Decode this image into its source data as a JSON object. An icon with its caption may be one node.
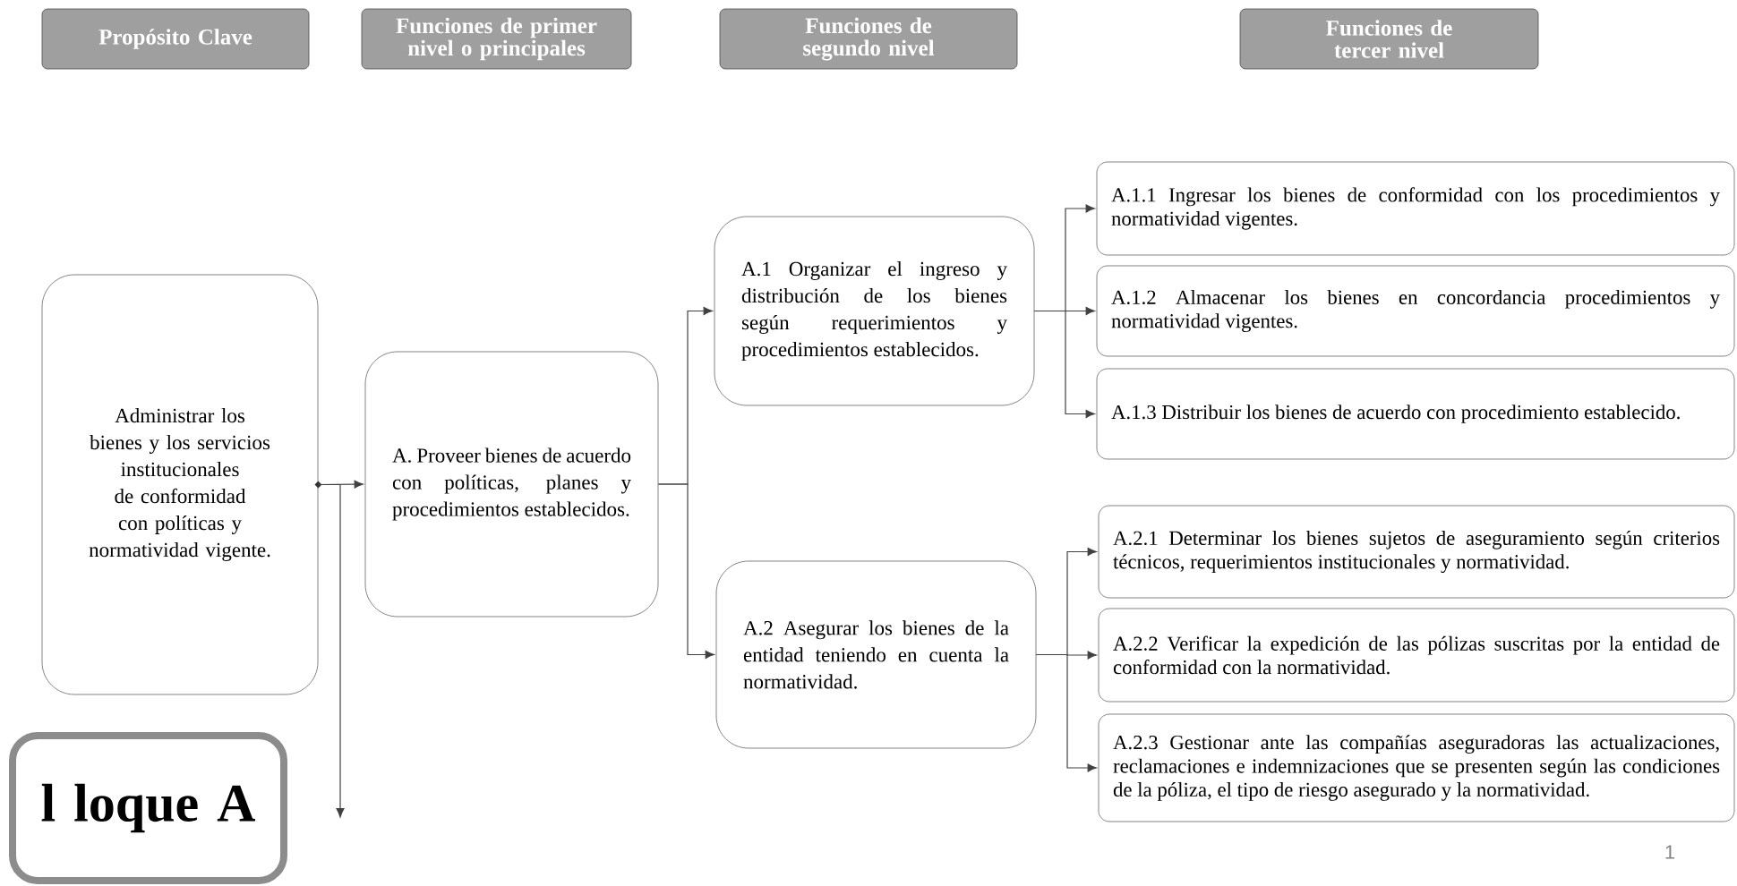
{
  "diagram": {
    "nodes": [
      {
        "text": [
          "Propósito Clave"
        ]
      },
      {
        "text": [
          "Funciones de primer nivel o principales"
        ]
      },
      {
        "text": [
          "Funciones de segundo nivel"
        ]
      },
      {
        "text": [
          "Funciones de tercer nivel"
        ]
      },
      {
        "text": [
          "Administrar los bienes y los servicios institucionales de conformidad con políticas y normatividad vigente."
        ]
      },
      {
        "text": [
          "A. Proveer bienes de acuerdo con políticas, planes y procedimientos establecidos."
        ]
      },
      {
        "text": [
          "A.1 Organizar el ingreso y distribución de los bienes según requerimientos y procedimientos establecidos."
        ]
      },
      {
        "text": [
          "A.1.1 Ingresar los bienes de conformidad con los procedimientos y normatividad vigentes."
        ]
      },
      {
        "text": [
          "A.1.2 Almacenar los bienes en concordancia procedimientos y normatividad vigentes."
        ]
      },
      {
        "text": [
          "A.1.3 Distribuir los bienes de acuerdo con procedimiento establecido."
        ]
      },
      {
        "text": [
          "A.2 Asegurar los bienes de la entidad teniendo en cuenta la normatividad."
        ]
      },
      {
        "text": [
          "A.2.1 Determinar los bienes sujetos de aseguramiento según criterios técnicos, requerimientos institucionales y normatividad."
        ]
      },
      {
        "text": [
          "A.2.2 Verificar la expedición de las pólizas suscritas por la entidad de conformidad con la normatividad."
        ]
      },
      {
        "text": [
          "A.2.3 Gestionar ante las compañías aseguradoras las actualizaciones, reclamaciones e indemnizaciones que se presenten según las condiciones de la póliza, el tipo de riesgo asegurado y la normatividad."
        ]
      },
      {
        "text": [
          "l loque A"
        ]
      }
    ],
    "edges": [
      {
        "from": 4,
        "to": 5,
        "arrow": "to"
      },
      {
        "from": 4,
        "to": null,
        "arrow": "to"
      },
      {
        "from": 5,
        "to": 6,
        "arrow": "to"
      },
      {
        "from": 5,
        "to": 10,
        "arrow": "to"
      },
      {
        "from": 6,
        "to": 7,
        "arrow": "to"
      },
      {
        "from": 6,
        "to": 8,
        "arrow": "to"
      },
      {
        "from": 6,
        "to": 9,
        "arrow": "to"
      },
      {
        "from": 10,
        "to": 11,
        "arrow": "to"
      },
      {
        "from": 10,
        "to": 12,
        "arrow": "to"
      },
      {
        "from": 10,
        "to": 13,
        "arrow": "to"
      }
    ],
    "labels": [
      "1"
    ]
  }
}
